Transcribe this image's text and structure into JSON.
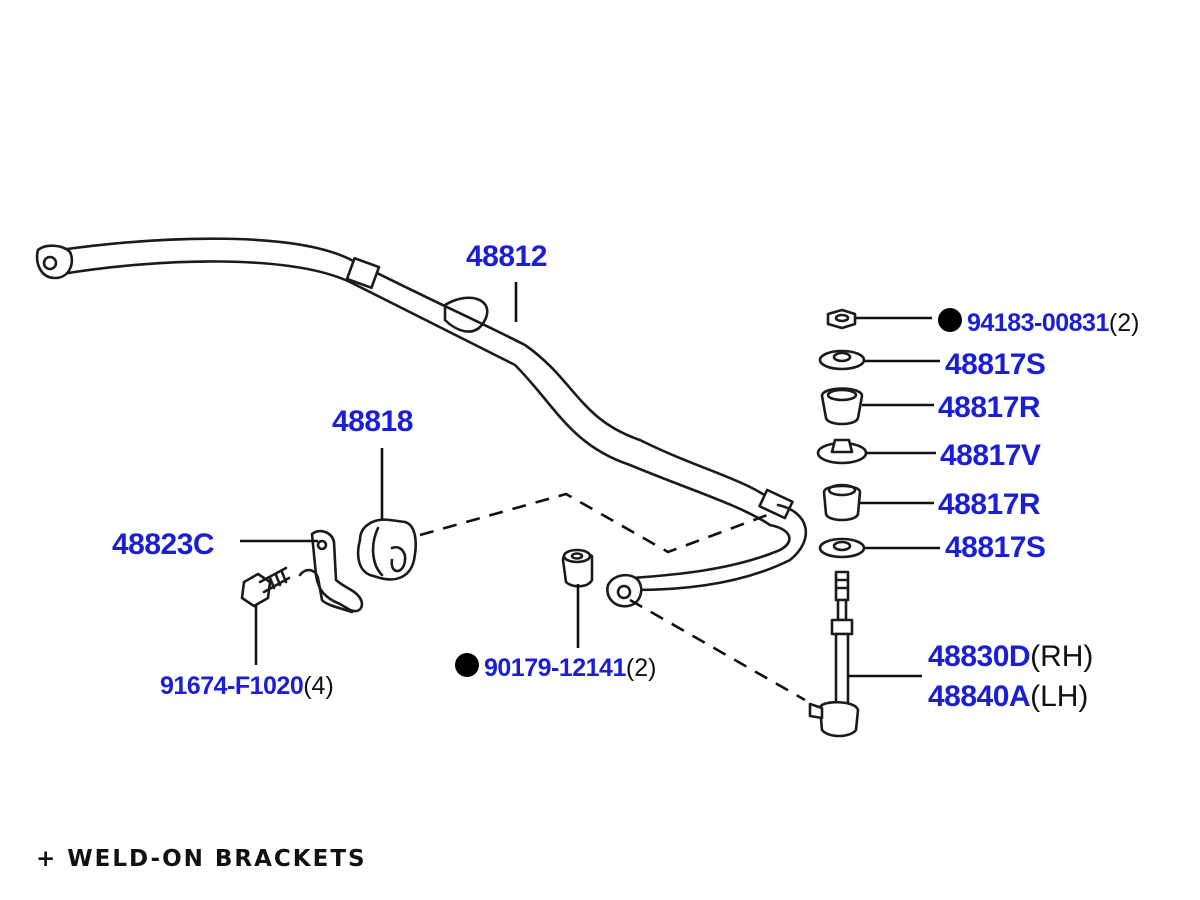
{
  "labels": {
    "bar": "48812",
    "bushing": "48818",
    "bracket": "48823C",
    "bolt": "91674-F1020",
    "bolt_qty": "(4)",
    "nut_lower": "90179-12141",
    "nut_lower_qty": "(2)",
    "nut_upper": "94183-00831",
    "nut_upper_qty": "(2)",
    "retainer_top": "48817S",
    "cushion_top": "48817R",
    "retainer_mid": "48817V",
    "cushion_bottom": "48817R",
    "retainer_bottom": "48817S",
    "link_rh": "48830D",
    "link_rh_side": "(RH)",
    "link_lh": "48840A",
    "link_lh_side": "(LH)"
  },
  "footer": "+ WELD-ON BRACKETS",
  "colors": {
    "part_number": "#1a1fd6",
    "line": "#1b1b1b",
    "background": "#ffffff"
  }
}
